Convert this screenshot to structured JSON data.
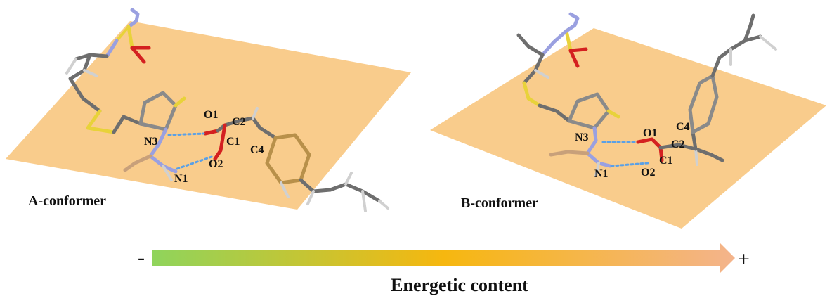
{
  "panels": {
    "a": {
      "label": "A-conformer",
      "atoms": {
        "o1": "O1",
        "c2": "C2",
        "n3": "N3",
        "c1": "C1",
        "c4": "C4",
        "o2": "O2",
        "n1": "N1"
      }
    },
    "b": {
      "label": "B-conformer",
      "atoms": {
        "c4": "C4",
        "o1": "O1",
        "n3": "N3",
        "c2": "C2",
        "c1": "C1",
        "n1": "N1",
        "o2": "O2"
      }
    }
  },
  "energy_scale": {
    "minus": "-",
    "plus": "+",
    "title": "Energetic content",
    "gradient_colors": [
      "#8fd45c",
      "#f6b70f",
      "#f4b48c"
    ]
  },
  "colors": {
    "plane": "#f8c77f",
    "carbon": "#6e6e6e",
    "hydrogen": "#d0d0d0",
    "nitrogen": "#9aa0e0",
    "oxygen": "#d42020",
    "sulfur": "#e8d23a",
    "hbond": "#5aa0e6"
  }
}
